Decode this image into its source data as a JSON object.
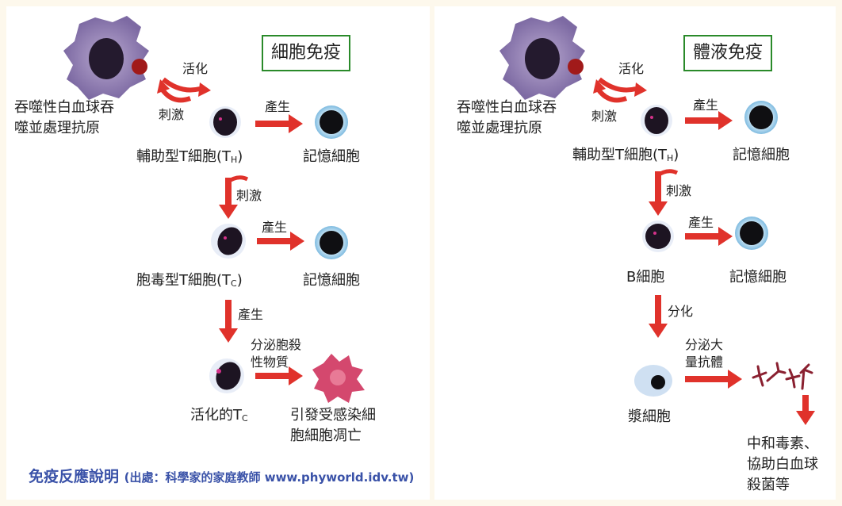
{
  "cell_immunity": {
    "title": "細胞免疫",
    "phagocyte_label_1": "吞噬性白血球吞",
    "phagocyte_label_2": "噬並處理抗原",
    "activate": "活化",
    "stimulate_1": "刺激",
    "helper_t_prefix": "輔助型T細胞(T",
    "helper_t_sub": "H",
    "helper_t_suffix": ")",
    "produce_1": "產生",
    "memory_1": "記憶細胞",
    "stimulate_2": "刺激",
    "cyto_t_prefix": "胞毒型T細胞(T",
    "cyto_t_sub": "C",
    "cyto_t_suffix": ")",
    "produce_2": "產生",
    "memory_2": "記憶細胞",
    "produce_3": "產生",
    "secrete_1": "分泌胞殺",
    "secrete_2": "性物質",
    "activated_tc_prefix": "活化的T",
    "activated_tc_sub": "C",
    "result_1": "引發受感染細",
    "result_2": "胞細胞凋亡"
  },
  "humoral_immunity": {
    "title": "體液免疫",
    "phagocyte_label_1": "吞噬性白血球吞",
    "phagocyte_label_2": "噬並處理抗原",
    "activate": "活化",
    "stimulate_1": "刺激",
    "helper_t_prefix": "輔助型T細胞(T",
    "helper_t_sub": "H",
    "helper_t_suffix": ")",
    "produce_1": "產生",
    "memory_1": "記憶細胞",
    "stimulate_2": "刺激",
    "b_cell": "B細胞",
    "produce_2": "產生",
    "memory_2": "記憶細胞",
    "differentiate": "分化",
    "plasma_cell": "漿細胞",
    "secrete_1": "分泌大",
    "secrete_2": "量抗體",
    "result_1": "中和毒素、",
    "result_2": "協助白血球",
    "result_3": "殺菌等"
  },
  "caption": {
    "main": "免疫反應說明",
    "source": "(出處：科學家的家庭教師 www.phyworld.idv.tw)"
  },
  "colors": {
    "arrow": "#e0322b",
    "caption": "#3a52a8",
    "title_border": "#2a8a2a"
  }
}
